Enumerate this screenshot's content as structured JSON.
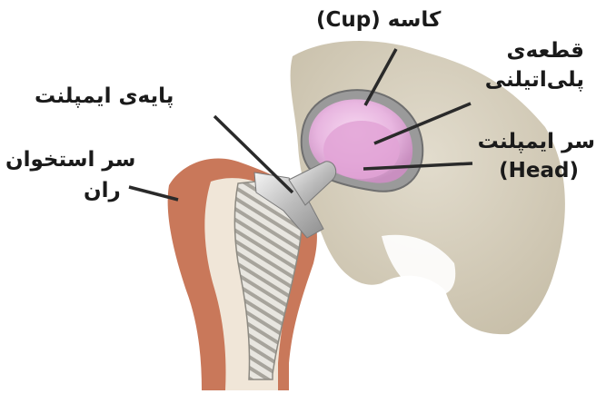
{
  "labels": {
    "cup": "کاسه (Cup)",
    "liner_line1": "قطعه‌ی",
    "liner_line2": "پلی‌اتیلنی",
    "stem": "پایه‌ی ایمپلنت",
    "head_line1": "سر ایمپلنت",
    "head_line2": "(Head)",
    "femur_line1": "سر استخوان",
    "femur_line2": "ران"
  },
  "colors": {
    "pelvis_bone": "#d9d3c2",
    "femur_bone": "#c9785a",
    "cortex": "#f0e6d8",
    "stem_metal": "#c8c8c8",
    "liner": "#e8b6e0",
    "leader": "#2a2a2a"
  }
}
